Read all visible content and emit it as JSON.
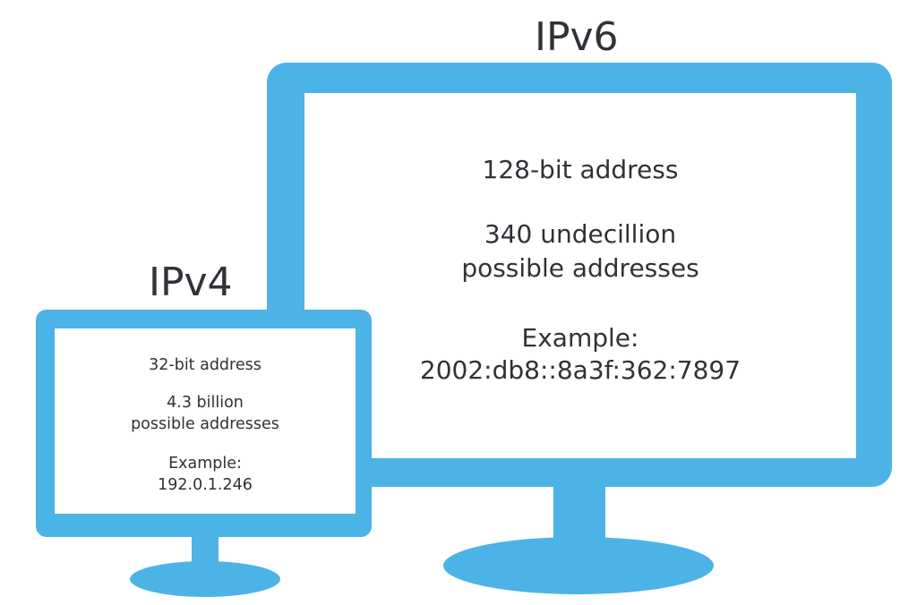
{
  "colors": {
    "monitor": "#4bb3e6",
    "screen": "#ffffff",
    "text": "#2f3237"
  },
  "ipv6": {
    "title": "IPv6",
    "bit_length": "128-bit address",
    "count_line1": "340 undecillion",
    "count_line2": "possible addresses",
    "example_label": "Example:",
    "example_value": "2002:db8::8a3f:362:7897"
  },
  "ipv4": {
    "title": "IPv4",
    "bit_length": "32-bit address",
    "count_line1": "4.3 billion",
    "count_line2": "possible addresses",
    "example_label": "Example:",
    "example_value": "192.0.1.246"
  }
}
